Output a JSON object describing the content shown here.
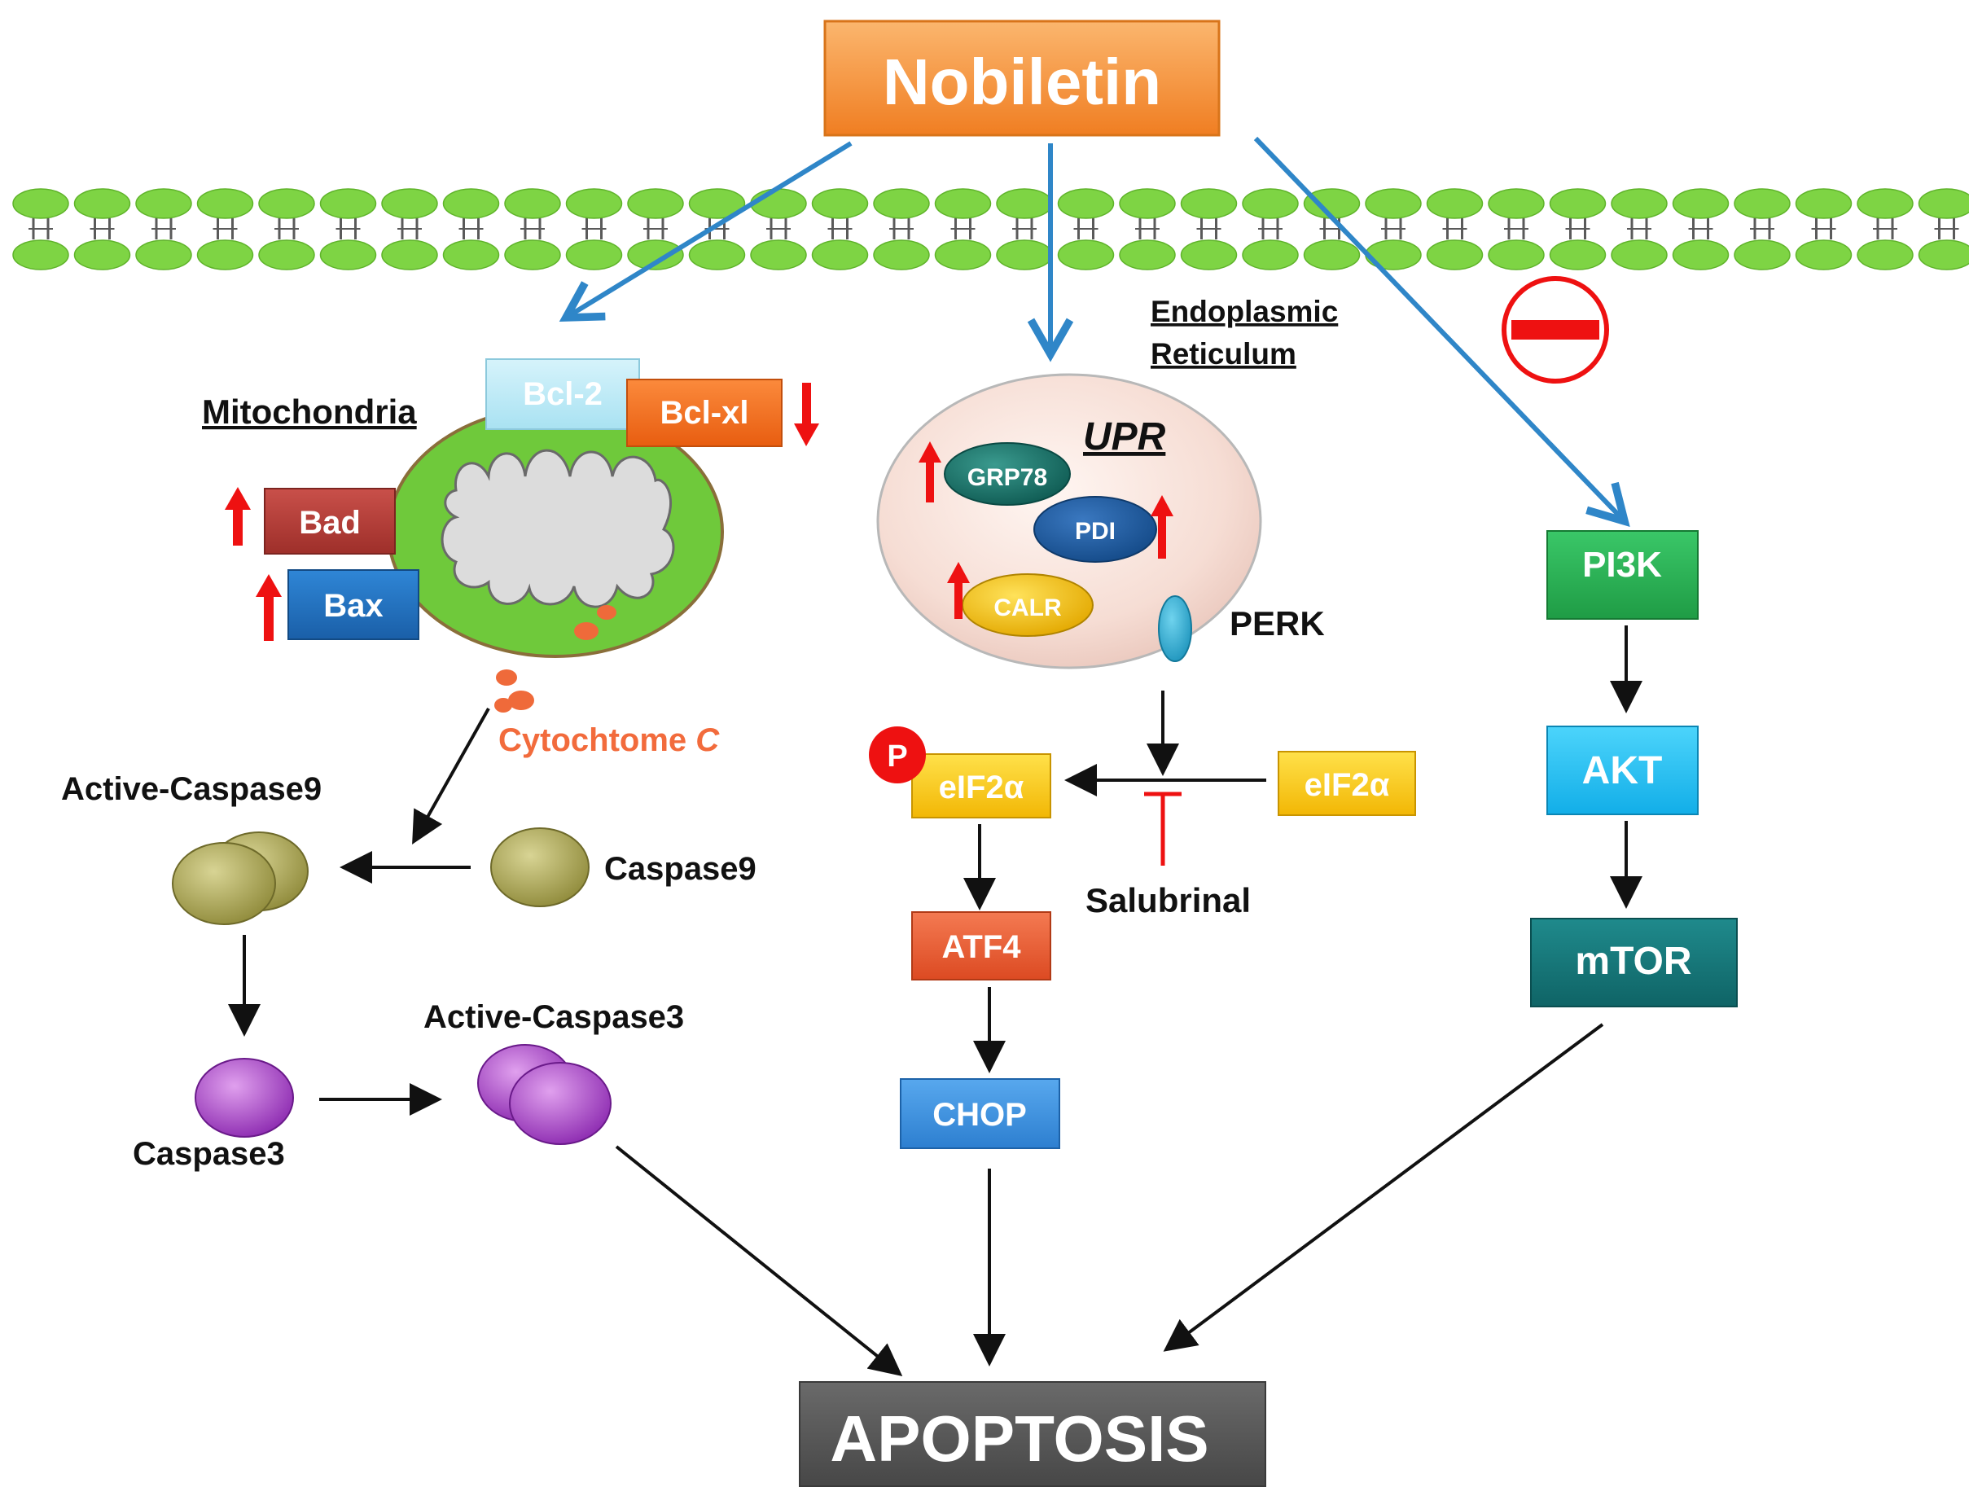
{
  "drug": "Nobiletin",
  "mitochondria": {
    "title": "Mitochondria",
    "bcl2": "Bcl-2",
    "bclxl": "Bcl-xl",
    "bad": "Bad",
    "bax": "Bax",
    "cytochrome": "Cytochtome ",
    "cytochrome_c": "C"
  },
  "caspase": {
    "active9": "Active-Caspase9",
    "c9": "Caspase9",
    "active3": "Active-Caspase3",
    "c3": "Caspase3"
  },
  "er": {
    "title_line1": "Endoplasmic",
    "title_line2": "Reticulum",
    "upr": "UPR",
    "grp78": "GRP78",
    "pdi": "PDI",
    "calr": "CALR",
    "perk": "PERK",
    "eif2a": "eIF2α",
    "p": "P",
    "salubrinal": "Salubrinal",
    "atf4": "ATF4",
    "chop": "CHOP"
  },
  "pi3k_pathway": {
    "pi3k": "PI3K",
    "akt": "AKT",
    "mtor": "mTOR"
  },
  "outcome": "APOPTOSIS",
  "colors": {
    "membrane": "#7ed444",
    "arrow_blue": "#2f86c8",
    "up_arrow": "#ee1111",
    "nobiletin": "#f5923e",
    "apoptosis_bg": "#545454",
    "cytochrome_text": "#f26b3c"
  },
  "icons": [
    "up-arrow-icon",
    "down-arrow-icon",
    "inhibition-icon",
    "phospho-icon"
  ]
}
